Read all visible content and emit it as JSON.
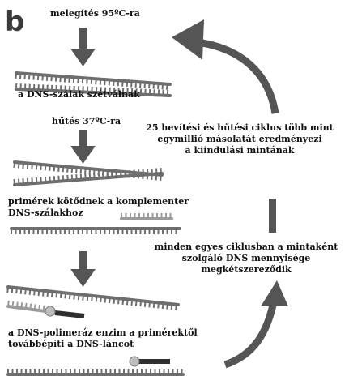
{
  "panel_label": "b",
  "steps": [
    "melegítés 95ºC-ra",
    "a DNS-szálak szétválnak",
    "hűtés 37ºC-ra",
    "primérek kötődnek a komplementer\nDNS-szálakhoz",
    "a DNS-polimeráz enzim a primérektől\ntovábbépíti a DNS-láncot"
  ],
  "cycle_notes": [
    "25 hevítési és hűtési ciklus több mint\negymillió másolatát eredményezi\na kiindulási mintának",
    "minden egyes ciklusban a mintaként\nszolgáló DNS mennyisége\nmegkétszereződik"
  ],
  "colors": {
    "text": "#111111",
    "arrow": "#555555",
    "strand": "#6e6e6e",
    "primer": "#9a9a9a",
    "new_strand": "#2f2f2f"
  }
}
